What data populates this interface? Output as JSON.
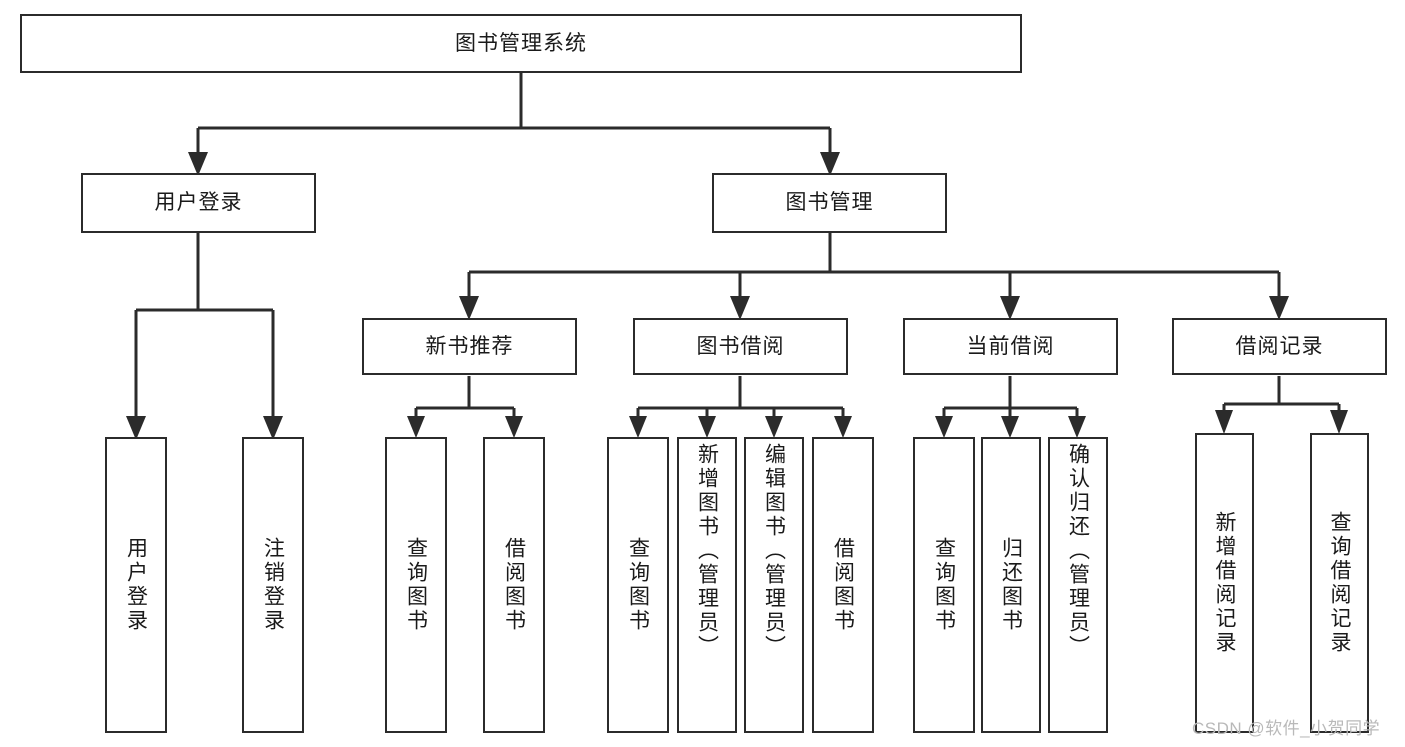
{
  "diagram": {
    "title": "图书管理系统",
    "type": "tree-hierarchy",
    "orientation": "top-down",
    "colors": {
      "box_border": "#2b2b2b",
      "box_fill": "#ffffff",
      "edge": "#2b2b2b",
      "text": "#1a1a1a",
      "watermark": "#b9b9b9",
      "background": "#ffffff"
    },
    "root": {
      "label": "图书管理系统"
    },
    "level2": [
      {
        "id": "user-login",
        "label": "用户登录"
      },
      {
        "id": "book-manage",
        "label": "图书管理"
      }
    ],
    "level3": [
      {
        "id": "new-book-recommend",
        "label": "新书推荐",
        "parent": "book-manage"
      },
      {
        "id": "book-borrow",
        "label": "图书借阅",
        "parent": "book-manage"
      },
      {
        "id": "current-borrow",
        "label": "当前借阅",
        "parent": "book-manage"
      },
      {
        "id": "borrow-record",
        "label": "借阅记录",
        "parent": "book-manage"
      }
    ],
    "leaves": {
      "user-login": [
        {
          "id": "leaf-user-login",
          "label": "用户登录"
        },
        {
          "id": "leaf-user-logout",
          "label": "注销登录"
        }
      ],
      "new-book-recommend": [
        {
          "id": "leaf-query-book-1",
          "label": "查询图书"
        },
        {
          "id": "leaf-borrow-book-1",
          "label": "借阅图书"
        }
      ],
      "book-borrow": [
        {
          "id": "leaf-query-book-2",
          "label": "查询图书"
        },
        {
          "id": "leaf-add-book",
          "label": "新增图书（管理员）"
        },
        {
          "id": "leaf-edit-book",
          "label": "编辑图书（管理员）"
        },
        {
          "id": "leaf-borrow-book-2",
          "label": "借阅图书"
        }
      ],
      "current-borrow": [
        {
          "id": "leaf-query-book-3",
          "label": "查询图书"
        },
        {
          "id": "leaf-return-book",
          "label": "归还图书"
        },
        {
          "id": "leaf-confirm-return",
          "label": "确认归还（管理员）"
        }
      ],
      "borrow-record": [
        {
          "id": "leaf-add-record",
          "label": "新增借阅记录"
        },
        {
          "id": "leaf-query-record",
          "label": "查询借阅记录"
        }
      ]
    }
  },
  "watermark": {
    "text": "CSDN @软件_小贺同学"
  }
}
